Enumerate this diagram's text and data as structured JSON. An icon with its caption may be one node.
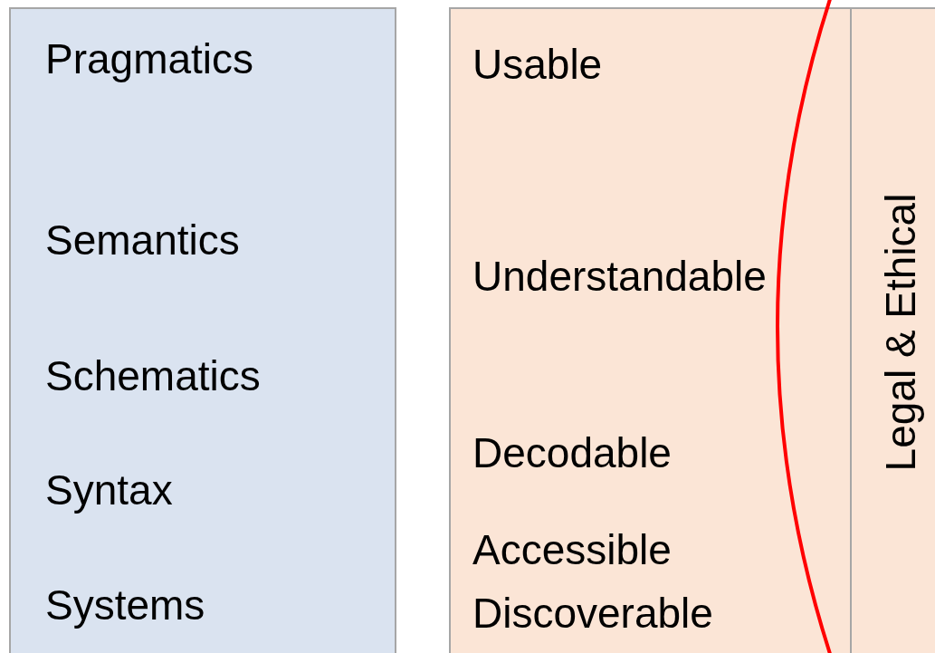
{
  "diagram": {
    "nodes": [
      {
        "text": [
          "Pragmatics",
          "Semantics",
          "Schematics",
          "Syntax",
          "Systems"
        ]
      },
      {
        "text": [
          "Usable",
          "Understandable",
          "Decodable",
          "Accessible",
          "Discoverable"
        ]
      },
      {
        "text": [
          "Legal & Ethical"
        ]
      }
    ]
  }
}
